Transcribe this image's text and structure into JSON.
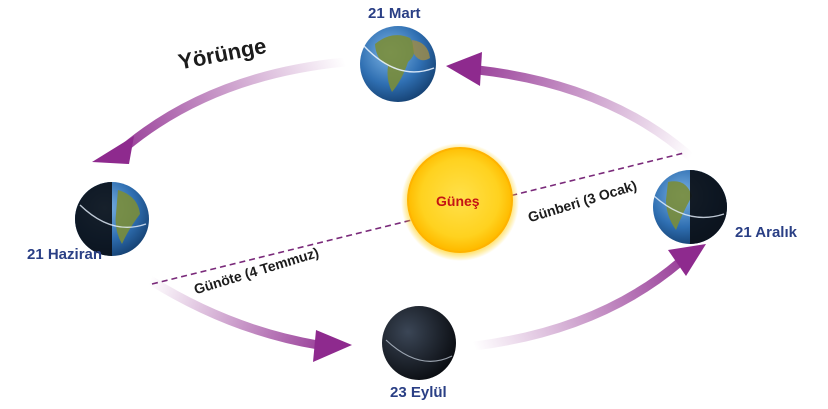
{
  "labels": {
    "orbit": "Yörünge",
    "sun": "Güneş",
    "march": "21 Mart",
    "june": "21 Haziran",
    "september": "23 Eylül",
    "december": "21 Aralık",
    "aphelion": "Günöte (4 Temmuz)",
    "perihelion": "Günberi (3 Ocak)"
  },
  "colors": {
    "orbit_arrow": "#8e2a8e",
    "sun_core": "#ffd21f",
    "sun_halo": "#ffb300",
    "date_text": "#2a3f85",
    "sun_text": "#c41414",
    "dashed_line": "#7a2a7a",
    "ocean": "#2f6fb2",
    "land": "#7a8d3a"
  },
  "icons": {
    "earth": "earth-globe-icon",
    "sun": "sun-icon",
    "arrow": "orbit-arrow-icon"
  }
}
